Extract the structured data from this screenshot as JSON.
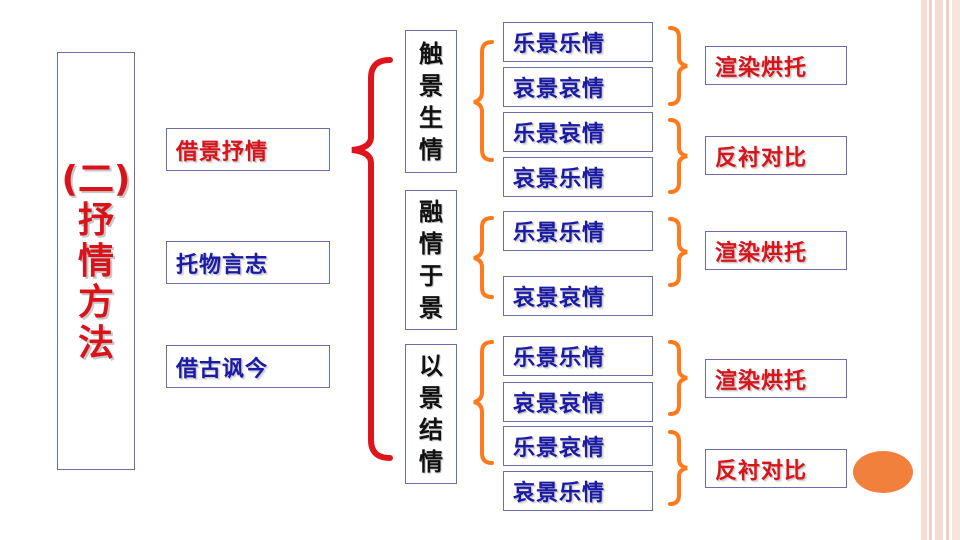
{
  "title_chars": [
    "(二)",
    "抒",
    "情",
    "方",
    "法"
  ],
  "methods": [
    {
      "label": "借景抒情"
    },
    {
      "label": "托物言志"
    },
    {
      "label": "借古讽今"
    }
  ],
  "groups": [
    {
      "chars": [
        "触",
        "景",
        "生",
        "情"
      ]
    },
    {
      "chars": [
        "融",
        "情",
        "于",
        "景"
      ]
    },
    {
      "chars": [
        "以",
        "景",
        "结",
        "情"
      ]
    }
  ],
  "emotions": [
    "乐景乐情",
    "哀景哀情",
    "乐景哀情",
    "哀景乐情",
    "乐景乐情",
    "哀景哀情",
    "乐景乐情",
    "哀景哀情",
    "乐景哀情",
    "哀景乐情"
  ],
  "effects": [
    "渲染烘托",
    "反衬对比",
    "渲染烘托",
    "渲染烘托",
    "反衬对比"
  ],
  "colors": {
    "method_text": "#d8141a",
    "text_blue": "#1a1aa6",
    "brace_red": "#e0141c",
    "brace_orange": "#ff7a1a",
    "accent_circle": "#f0803c",
    "box_border": "#6b6fa8",
    "side_stripe": "#f2cfc4"
  }
}
